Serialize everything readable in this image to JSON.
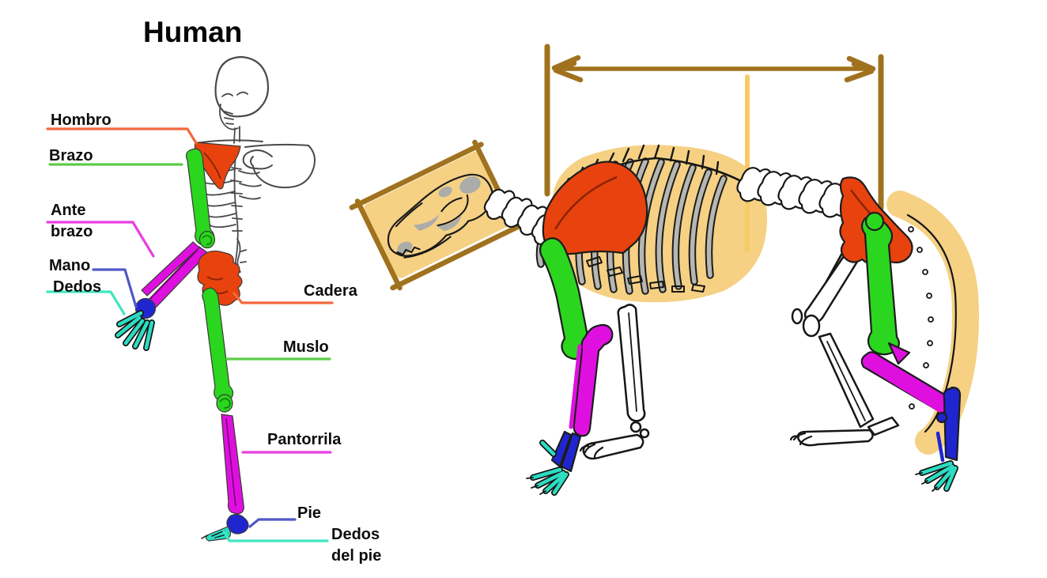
{
  "title": "Human",
  "labels": {
    "hombro": "Hombro",
    "brazo": "Brazo",
    "ante_brazo": "Ante brazo",
    "mano": "Mano",
    "dedos": "Dedos",
    "cadera": "Cadera",
    "muslo": "Muslo",
    "pantorrila": "Pantorrila",
    "pie": "Pie",
    "dedos_del_pie": "Dedos del pie"
  },
  "colors": {
    "red_bone": "#E8430E",
    "red_line": "#F4683F",
    "green_bone": "#2BD61E",
    "green_line": "#5ECC49",
    "magenta_bone": "#DF10DF",
    "magenta_line": "#E93FE1",
    "blue_bone": "#2026CF",
    "blue_line": "#5058C8",
    "cyan_bone": "#2BDDC2",
    "cyan_line": "#3EE6C0",
    "brown_measure": "#A0721E",
    "tan_highlight": "#F6D184",
    "yellow_guide": "#F8CA66"
  }
}
